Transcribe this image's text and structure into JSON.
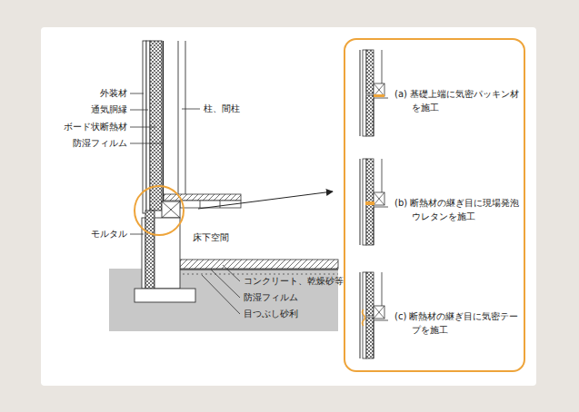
{
  "diagram": {
    "nodes": [
      {
        "text": [
          "(a) 基礎上端に気密パッキン材を施工",
          "(b) 断熱材の継ぎ目に現場発泡ウレタンを施工",
          "(c) 断熱材の継ぎ目に気密テープを施工"
        ]
      }
    ],
    "labels": [
      "外装材",
      "通気胴縁",
      "ボード状断熱材",
      "防湿フィルム",
      "柱、間柱",
      "モルタル",
      "床下空間",
      "コンクリート、乾燥砂等",
      "防湿フィルム",
      "目つぶし砂利"
    ]
  }
}
